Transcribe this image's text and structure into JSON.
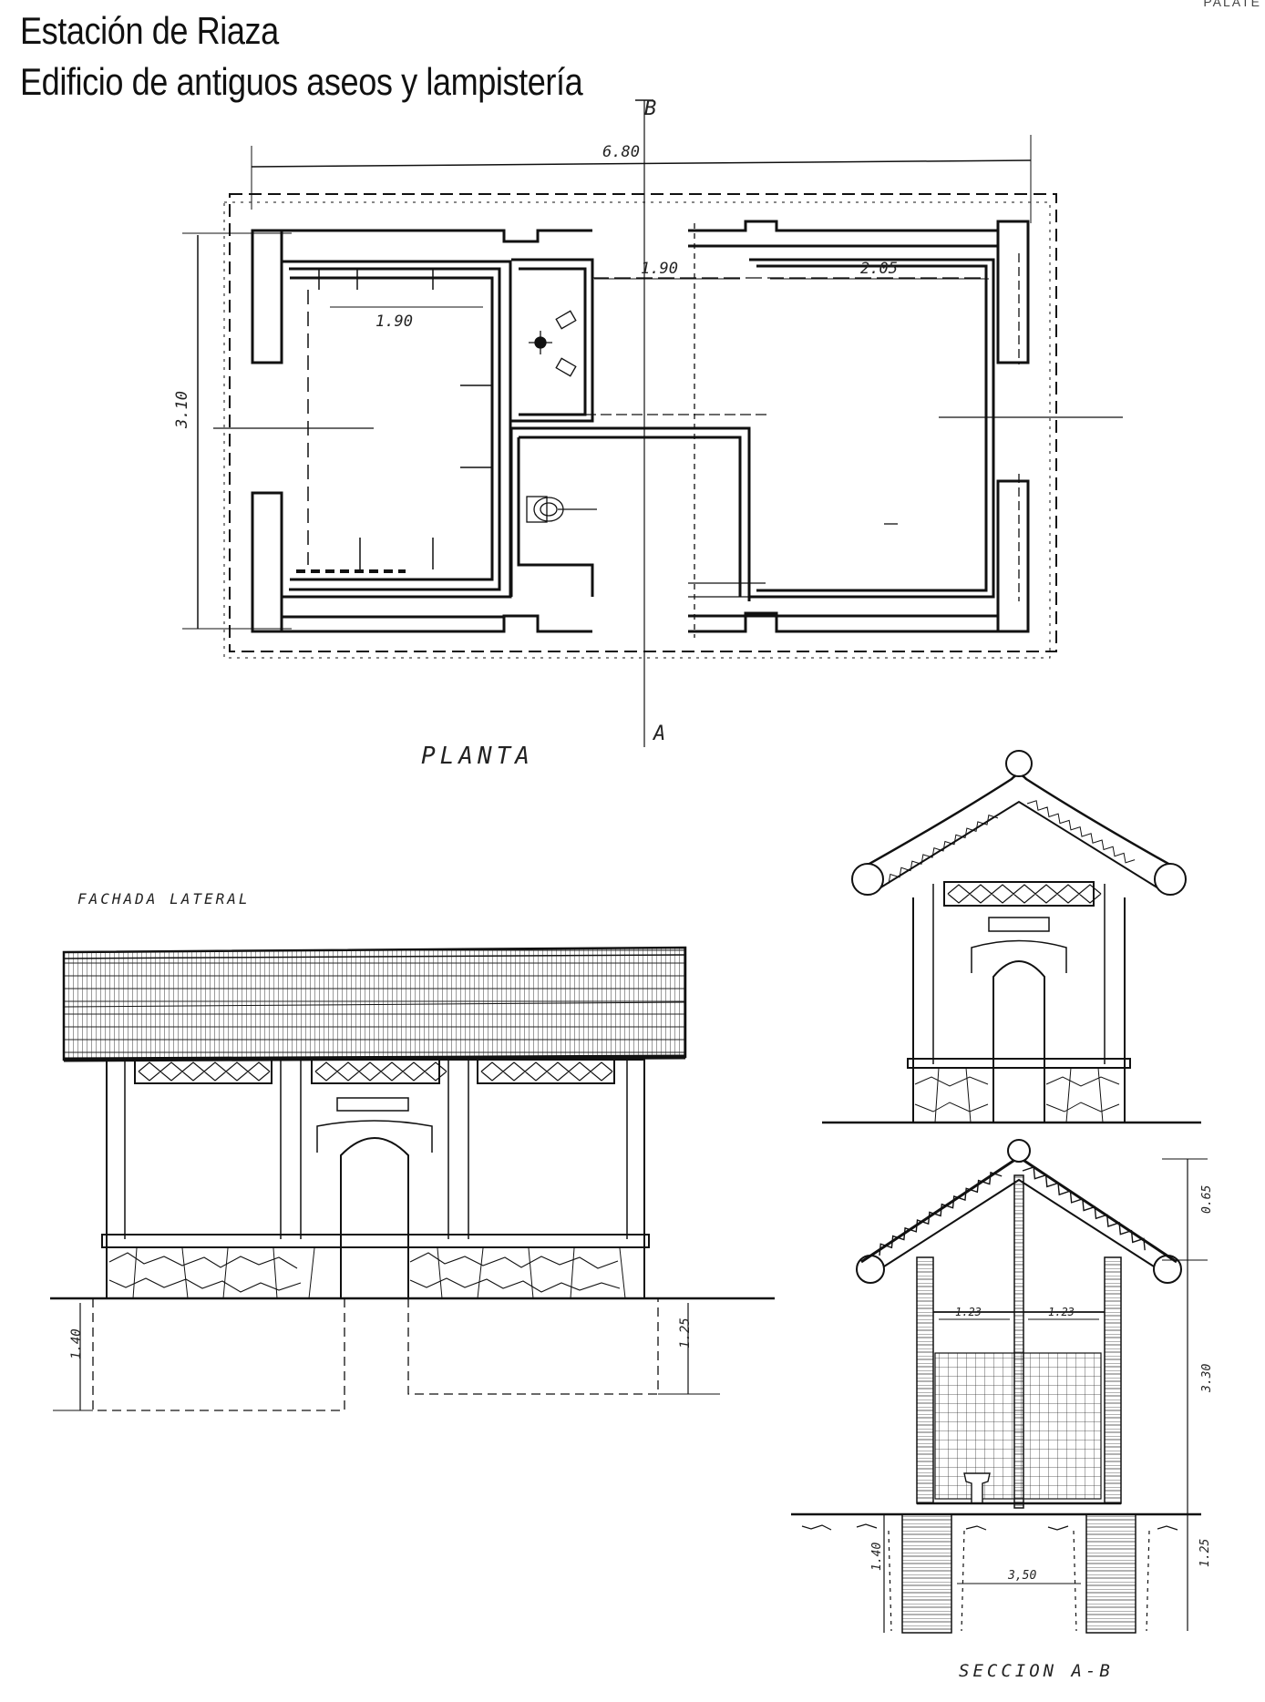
{
  "header": {
    "title": "Estación de Riaza",
    "subtitle": "Edificio de antiguos aseos y lampistería",
    "corner_fragment": "PALATE"
  },
  "plan": {
    "label": "PLANTA",
    "section_marker_top": "B",
    "section_marker_bottom": "A",
    "dim_total_width": "6.80",
    "dim_depth": "3.10",
    "dim_left_room": "1.90",
    "dim_center": "1.90",
    "dim_right_room": "2.05"
  },
  "side_elevation": {
    "label": "FACHADA LATERAL",
    "dim_left_foundation": "1.40",
    "dim_right_foundation": "1.25"
  },
  "section": {
    "label": "SECCION  A-B",
    "dim_left_half": "1.23",
    "dim_right_half": "1.23",
    "dim_roof": "0.65",
    "dim_height": "3.30",
    "dim_width": "3,50",
    "dim_left_foundation": "1.40",
    "dim_right_foundation": "1.25"
  }
}
